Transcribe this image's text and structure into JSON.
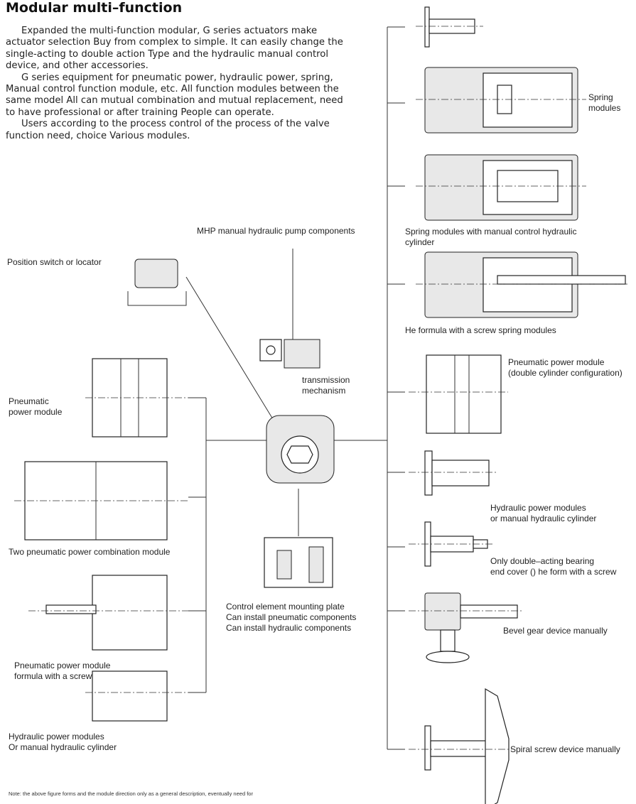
{
  "title": "Modular multi–function",
  "intro": [
    "Expanded the multi-function modular, G series actuators make actuator selection Buy from complex to simple. It can easily change the single-acting to double action Type and the hydraulic manual control device, and other accessories.",
    "G series equipment for pneumatic power, hydraulic power, spring, Manual control function module, etc. All function modules between the same model All can mutual combination and mutual replacement, need to have professional or after training People can operate.",
    "Users according to the process control of the process of the valve function need, choice Various modules."
  ],
  "labels": {
    "mhp": "MHP manual hydraulic pump components",
    "position_switch": "Position switch or locator",
    "transmission": "transmission\nmechanism",
    "pneumatic_power": "Pneumatic\npower module",
    "two_pneumatic": "Two pneumatic power combination module",
    "pneumatic_screw": "Pneumatic power module\nformula with a screw",
    "hydraulic_left": "Hydraulic power modules\nOr manual hydraulic cylinder",
    "control_plate": "Control element mounting plate\nCan install pneumatic components\nCan install hydraulic components",
    "spring_modules": "Spring\nmodules",
    "spring_manual": "Spring modules with manual control hydraulic\ncylinder",
    "screw_spring": "He formula with a screw spring modules",
    "pneumatic_double": "Pneumatic power module\n(double cylinder configuration)",
    "hydraulic_right": "Hydraulic power modules\nor manual hydraulic cylinder",
    "double_acting": "Only double–acting bearing\nend cover () he form with a screw",
    "bevel_gear": "Bevel gear device manually",
    "spiral_screw": "Spiral screw device manually"
  },
  "note": "Note: the above figure forms and the module direction only as a general description, eventually need for"
}
